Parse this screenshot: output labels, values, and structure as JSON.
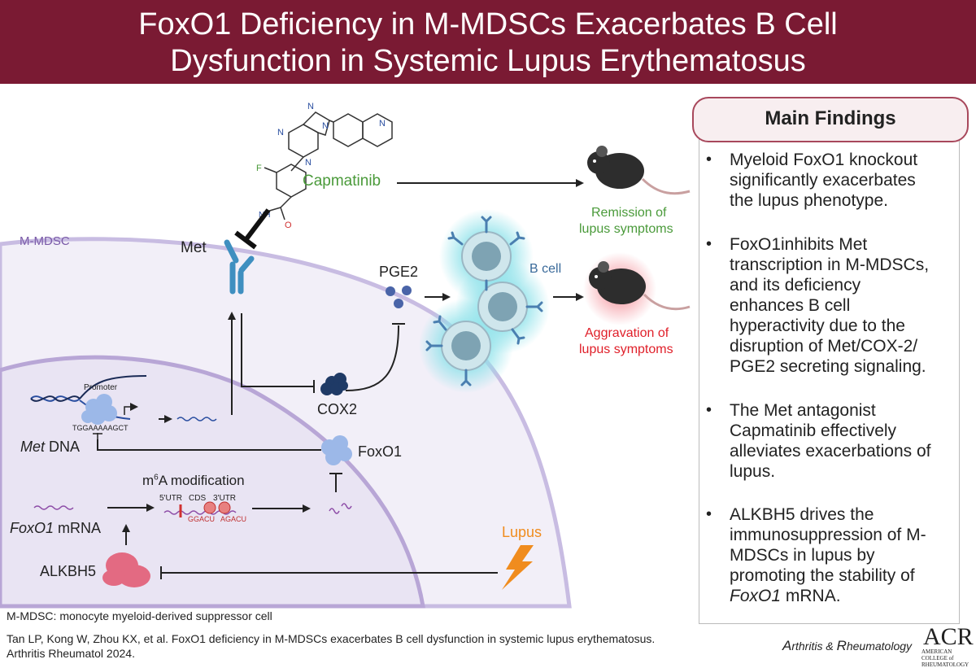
{
  "header": {
    "title_line1": "FoxO1 Deficiency in M-MDSCs Exacerbates B Cell",
    "title_line2": "Dysfunction in Systemic Lupus Erythematosus"
  },
  "diagram": {
    "cell_label": "M-MDSC",
    "met_label": "Met",
    "capmatinib_label": "Capmatinib",
    "remission_line1": "Remission of",
    "remission_line2": "lupus symptoms",
    "pge2_label": "PGE2",
    "bcell_label": "B cell",
    "aggravation_line1": "Aggravation of",
    "aggravation_line2": "lupus symptoms",
    "promoter_label": "Promoter",
    "sequence_label": "TGGAAAAAGCT",
    "met_dna_italic": "Met",
    "met_dna_rest": " DNA",
    "cox2_label": "COX2",
    "foxo1_label": "FoxO1",
    "m6a_prefix": "m",
    "m6a_sup": "6",
    "m6a_rest": "A modification",
    "utr5_label": "5'UTR",
    "cds_label": "CDS",
    "utr3_label": "3'UTR",
    "motif1": "GGACU",
    "motif2": "AGACU",
    "foxo1_mrna_italic": "FoxO1",
    "foxo1_mrna_rest": " mRNA",
    "alkbh5_label": "ALKBH5",
    "lupus_label": "Lupus"
  },
  "findings": {
    "title": "Main Findings",
    "items": [
      [
        "Myeloid FoxO1 knockout",
        "significantly exacerbates",
        "the lupus phenotype."
      ],
      [
        "FoxO1inhibits Met",
        "transcription  in M-MDSCs,",
        "and its deficiency",
        "enhances B cell",
        "hyperactivity due to the",
        "disruption of Met/COX-2/",
        "PGE2 secreting signaling."
      ],
      [
        "The Met antagonist",
        "Capmatinib effectively",
        "alleviates exacerbations of",
        "lupus."
      ],
      [
        "ALKBH5 drives the",
        "immunosuppression of M-",
        "MDSCs in lupus by",
        "promoting the stability of",
        "FoxO1 mRNA."
      ]
    ]
  },
  "footer": {
    "footnote": "M-MDSC: monocyte myeloid-derived suppressor cell",
    "citation": "Tan LP, Kong W, Zhou KX, et al. FoxO1 deficiency in M-MDSCs exacerbates B cell dysfunction in systemic lupus erythematosus. Arthritis Rheumatol 2024.",
    "journal_part1": "A",
    "journal_part2": "rthritis & ",
    "journal_part3": "R",
    "journal_part4": "heumatology",
    "acr_logo": "ACR",
    "acr_sub": "AMERICAN COLLEGE of RHEUMATOLOGY"
  },
  "colors": {
    "header_bg": "#7a1a33",
    "capmatinib_green": "#4a9a3a",
    "aggravation_red": "#e0202a",
    "lupus_orange": "#f08c1e",
    "receptor_blue": "#3f8fc0",
    "cell_purple": "#b8a6d6"
  }
}
